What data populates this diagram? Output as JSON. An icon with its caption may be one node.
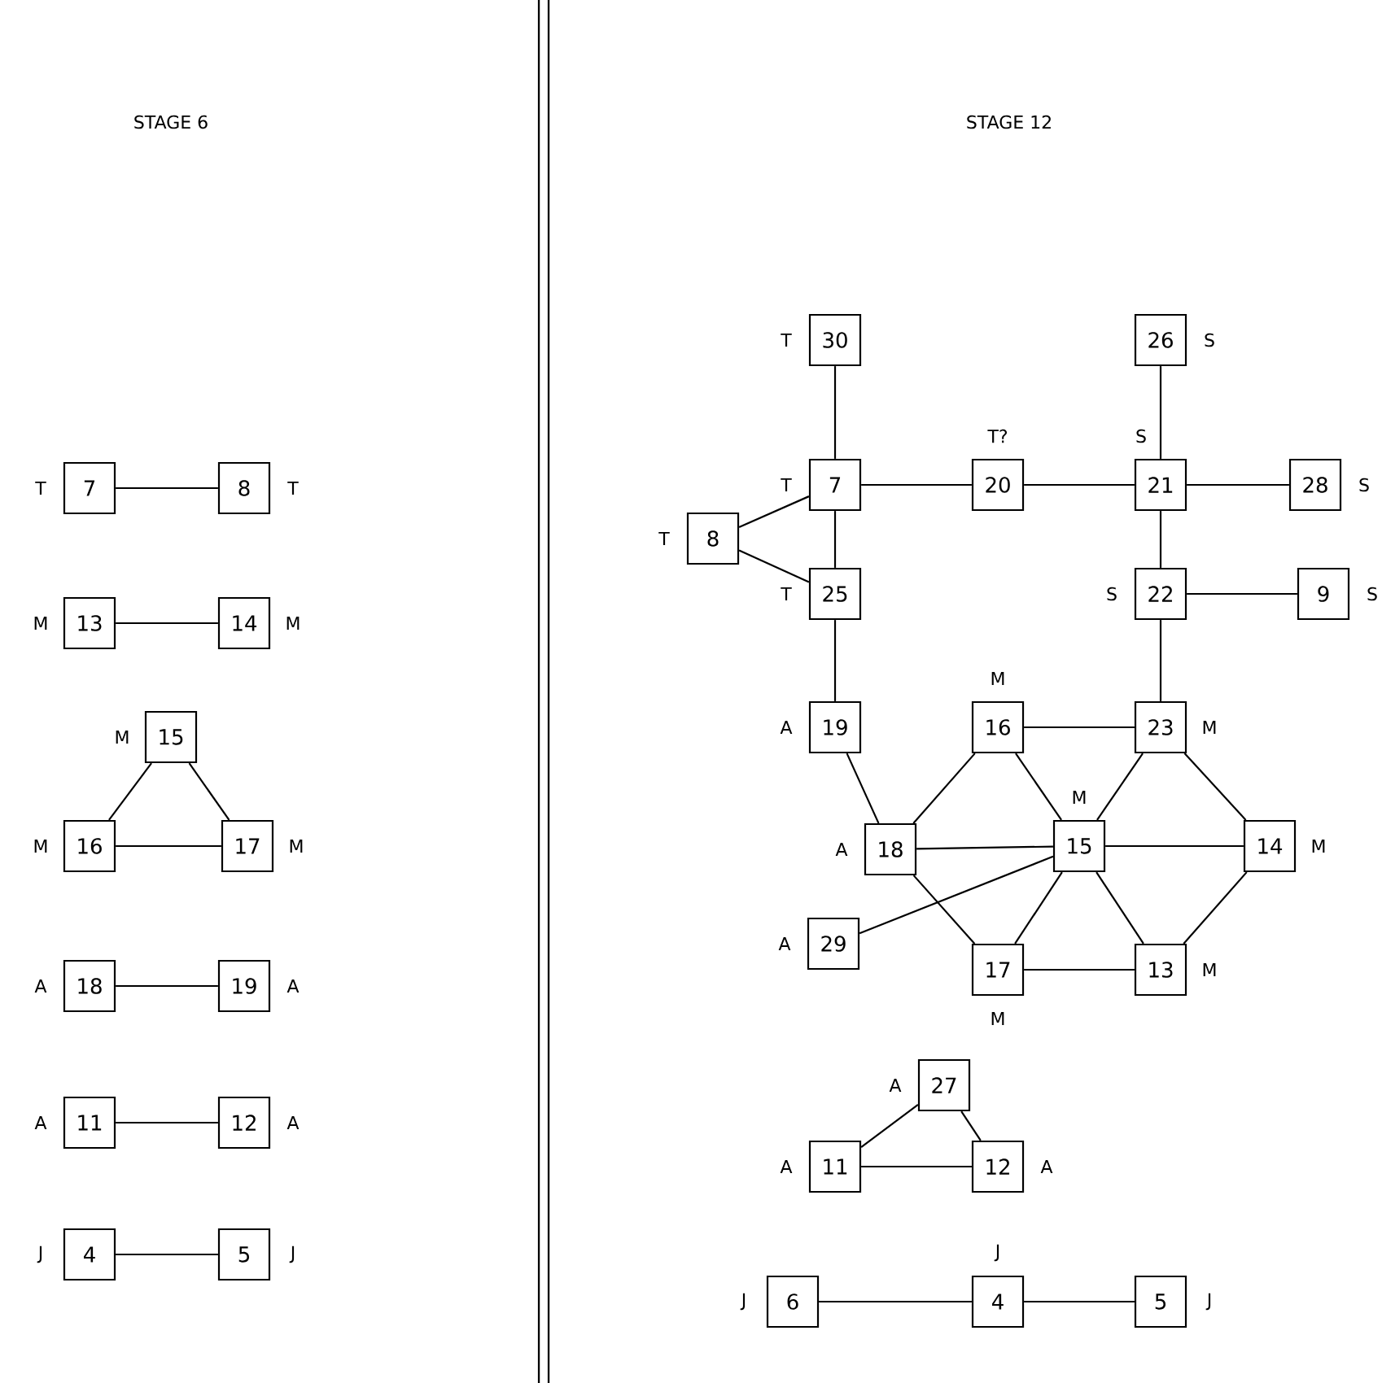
{
  "diagram": {
    "nodes": [
      {
        "text": [
          "7"
        ],
        "beside": [
          "T"
        ]
      },
      {
        "text": [
          "8"
        ],
        "beside": [
          "T"
        ]
      },
      {
        "text": [
          "13"
        ],
        "beside": [
          "M"
        ]
      },
      {
        "text": [
          "14"
        ],
        "beside": [
          "M"
        ]
      },
      {
        "text": [
          "15"
        ],
        "beside": [
          "M"
        ]
      },
      {
        "text": [
          "16"
        ],
        "beside": [
          "M"
        ]
      },
      {
        "text": [
          "17"
        ],
        "beside": [
          "M"
        ]
      },
      {
        "text": [
          "18"
        ],
        "beside": [
          "A"
        ]
      },
      {
        "text": [
          "19"
        ],
        "beside": [
          "A"
        ]
      },
      {
        "text": [
          "11"
        ],
        "beside": [
          "A"
        ]
      },
      {
        "text": [
          "12"
        ],
        "beside": [
          "A"
        ]
      },
      {
        "text": [
          "4"
        ],
        "beside": [
          "J"
        ]
      },
      {
        "text": [
          "5"
        ],
        "beside": [
          "J"
        ]
      },
      {
        "text": [
          "30"
        ],
        "beside": [
          "T"
        ]
      },
      {
        "text": [
          "26"
        ],
        "beside": [
          "S"
        ]
      },
      {
        "text": [
          "7"
        ],
        "beside": [
          "T"
        ]
      },
      {
        "text": [
          "20"
        ],
        "beside": [
          "T?"
        ]
      },
      {
        "text": [
          "21"
        ],
        "beside": [
          "S"
        ]
      },
      {
        "text": [
          "28"
        ],
        "beside": [
          "S"
        ]
      },
      {
        "text": [
          "8"
        ],
        "beside": [
          "T"
        ]
      },
      {
        "text": [
          "25"
        ],
        "beside": [
          "T"
        ]
      },
      {
        "text": [
          "22"
        ],
        "beside": [
          "S"
        ]
      },
      {
        "text": [
          "9"
        ],
        "beside": [
          "S"
        ]
      },
      {
        "text": [
          "19"
        ],
        "beside": [
          "A"
        ]
      },
      {
        "text": [
          "16"
        ],
        "beside": [
          "M"
        ]
      },
      {
        "text": [
          "23"
        ],
        "beside": [
          "M"
        ]
      },
      {
        "text": [
          "18"
        ],
        "beside": [
          "A"
        ]
      },
      {
        "text": [
          "15"
        ],
        "beside": [
          "M"
        ]
      },
      {
        "text": [
          "14"
        ],
        "beside": [
          "M"
        ]
      },
      {
        "text": [
          "29"
        ],
        "beside": [
          "A"
        ]
      },
      {
        "text": [
          "17"
        ],
        "beside": [
          "M"
        ]
      },
      {
        "text": [
          "13"
        ],
        "beside": [
          "M"
        ]
      },
      {
        "text": [
          "27"
        ],
        "beside": [
          "A"
        ]
      },
      {
        "text": [
          "11"
        ],
        "beside": [
          "A"
        ]
      },
      {
        "text": [
          "12"
        ],
        "beside": [
          "A"
        ]
      },
      {
        "text": [
          "6"
        ],
        "beside": [
          "J"
        ]
      },
      {
        "text": [
          "4"
        ],
        "beside": [
          "J"
        ]
      },
      {
        "text": [
          "5"
        ],
        "beside": [
          "J"
        ]
      }
    ],
    "edges": [
      {
        "from": 0,
        "to": 1,
        "arrow": "none"
      },
      {
        "from": 2,
        "to": 3,
        "arrow": "none"
      },
      {
        "from": 4,
        "to": 5,
        "arrow": "none"
      },
      {
        "from": 4,
        "to": 6,
        "arrow": "none"
      },
      {
        "from": 5,
        "to": 6,
        "arrow": "none"
      },
      {
        "from": 7,
        "to": 8,
        "arrow": "none"
      },
      {
        "from": 9,
        "to": 10,
        "arrow": "none"
      },
      {
        "from": 11,
        "to": 12,
        "arrow": "none"
      },
      {
        "from": 13,
        "to": 15,
        "arrow": "none"
      },
      {
        "from": 14,
        "to": 17,
        "arrow": "none"
      },
      {
        "from": 15,
        "to": 16,
        "arrow": "none"
      },
      {
        "from": 16,
        "to": 17,
        "arrow": "none"
      },
      {
        "from": 17,
        "to": 18,
        "arrow": "none"
      },
      {
        "from": 15,
        "to": 19,
        "arrow": "none"
      },
      {
        "from": 19,
        "to": 20,
        "arrow": "none"
      },
      {
        "from": 15,
        "to": 20,
        "arrow": "none"
      },
      {
        "from": 17,
        "to": 21,
        "arrow": "none"
      },
      {
        "from": 21,
        "to": 22,
        "arrow": "none"
      },
      {
        "from": 20,
        "to": 23,
        "arrow": "none"
      },
      {
        "from": 21,
        "to": 25,
        "arrow": "none"
      },
      {
        "from": 23,
        "to": 26,
        "arrow": "none"
      },
      {
        "from": 24,
        "to": 25,
        "arrow": "none"
      },
      {
        "from": 26,
        "to": 24,
        "arrow": "none"
      },
      {
        "from": 26,
        "to": 27,
        "arrow": "none"
      },
      {
        "from": 26,
        "to": 30,
        "arrow": "none"
      },
      {
        "from": 24,
        "to": 27,
        "arrow": "none"
      },
      {
        "from": 25,
        "to": 27,
        "arrow": "none"
      },
      {
        "from": 25,
        "to": 28,
        "arrow": "none"
      },
      {
        "from": 27,
        "to": 28,
        "arrow": "none"
      },
      {
        "from": 29,
        "to": 27,
        "arrow": "none"
      },
      {
        "from": 27,
        "to": 30,
        "arrow": "none"
      },
      {
        "from": 27,
        "to": 31,
        "arrow": "none"
      },
      {
        "from": 30,
        "to": 31,
        "arrow": "none"
      },
      {
        "from": 31,
        "to": 28,
        "arrow": "none"
      },
      {
        "from": 32,
        "to": 33,
        "arrow": "none"
      },
      {
        "from": 32,
        "to": 34,
        "arrow": "none"
      },
      {
        "from": 33,
        "to": 34,
        "arrow": "none"
      },
      {
        "from": 35,
        "to": 36,
        "arrow": "none"
      },
      {
        "from": 36,
        "to": 37,
        "arrow": "none"
      }
    ],
    "labels": [
      "STAGE 6",
      "STAGE 12"
    ]
  }
}
